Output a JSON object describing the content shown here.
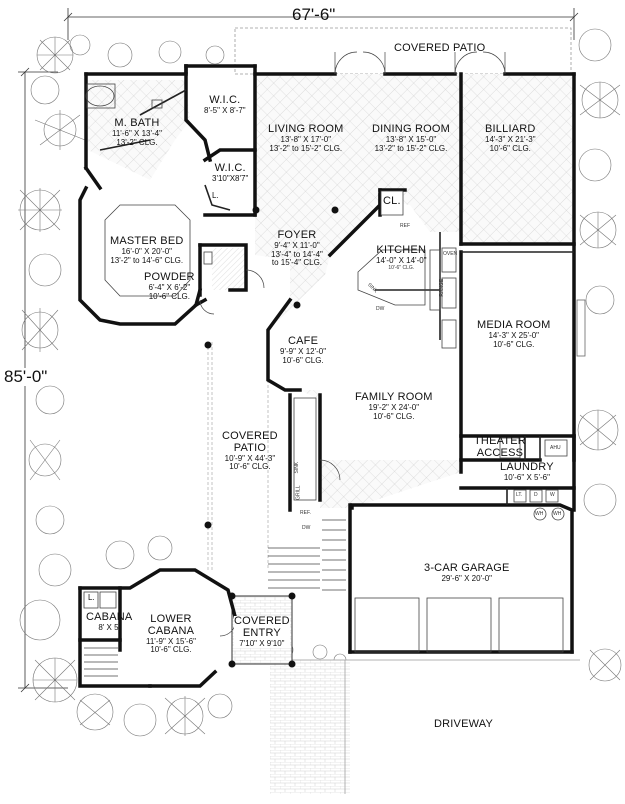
{
  "dimensions": {
    "width": "67'-6\"",
    "height": "85'-0\""
  },
  "rooms": {
    "covered_patio_top": {
      "name": "COVERED PATIO"
    },
    "master_bath": {
      "name": "M. BATH",
      "size": "11'-6\" X 13'-4\"",
      "ceiling": "13'-2\" CLG."
    },
    "wic1": {
      "name": "W.I.C.",
      "size": "8'-5\" X 8'-7\""
    },
    "wic2": {
      "name": "W.I.C.",
      "size": "3'10\"X8'7\""
    },
    "living": {
      "name": "LIVING ROOM",
      "size": "13'-8\" X 17'-0\"",
      "ceiling": "13'-2\" to 15'-2\" CLG."
    },
    "dining": {
      "name": "DINING ROOM",
      "size": "13'-8\" X 15'-0\"",
      "ceiling": "13'-2\" to 15'-2\" CLG."
    },
    "billiard": {
      "name": "BILLIARD",
      "size": "14'-3\" X 21'-3\"",
      "ceiling": "10'-6\" CLG."
    },
    "master_bed": {
      "name": "MASTER BED",
      "size": "16'-0\" X 20'-0\"",
      "ceiling": "13'-2\" to 14'-6\" CLG."
    },
    "foyer": {
      "name": "FOYER",
      "size": "9'-4\" X 11'-0\"",
      "ceiling": "13'-4\" to 14'-4\"",
      "ceiling2": "to 15'-4\" CLG."
    },
    "kitchen": {
      "name": "KITCHEN",
      "size": "14'-0\" X 14'-0\"",
      "ceiling": "10'-6\" CLG."
    },
    "powder": {
      "name": "POWDER",
      "size": "6'-4\" X 6'-2\"",
      "ceiling": "10'-6\" CLG."
    },
    "media": {
      "name": "MEDIA ROOM",
      "size": "14'-3\" X 25'-0\"",
      "ceiling": "10'-6\" CLG."
    },
    "cafe": {
      "name": "CAFE",
      "size": "9'-9\" X 12'-0\"",
      "ceiling": "10'-6\" CLG."
    },
    "family": {
      "name": "FAMILY ROOM",
      "size": "19'-2\" X 24'-0\"",
      "ceiling": "10'-6\" CLG."
    },
    "covered_patio_center": {
      "name1": "COVERED",
      "name2": "PATIO",
      "size": "10'-9\" X 44'-3\"",
      "ceiling": "10'-6\" CLG."
    },
    "theater": {
      "name1": "THEATER",
      "name2": "ACCESS"
    },
    "laundry": {
      "name": "LAUNDRY",
      "size": "10'-6\" X 5'-6\""
    },
    "garage": {
      "name": "3-CAR GARAGE",
      "size": "29'-6\" X 20'-0\""
    },
    "cabana": {
      "name": "CABANA",
      "size": "8' X 5'"
    },
    "lower_cabana": {
      "name1": "LOWER",
      "name2": "CABANA",
      "size": "11'-9\" X 15'-6\"",
      "ceiling": "10'-6\" CLG."
    },
    "covered_entry": {
      "name1": "COVERED",
      "name2": "ENTRY",
      "size": "7'10\" X 9'10\""
    },
    "driveway": {
      "name": "DRIVEWAY"
    }
  },
  "fixtures": {
    "closet": "CL.",
    "linen": "L.",
    "linen2": "L.",
    "ref": "REF",
    "oven": "OVEN",
    "range": "RANGE",
    "sink": "SINK",
    "dw": "DW",
    "ref2": "REF.",
    "dw2": "DW",
    "grill": "GRILL",
    "sink2": "SINK",
    "ahu": "AHU",
    "lt": "LT.",
    "d": "D",
    "w": "W",
    "wh1": "WH",
    "wh2": "WH"
  }
}
